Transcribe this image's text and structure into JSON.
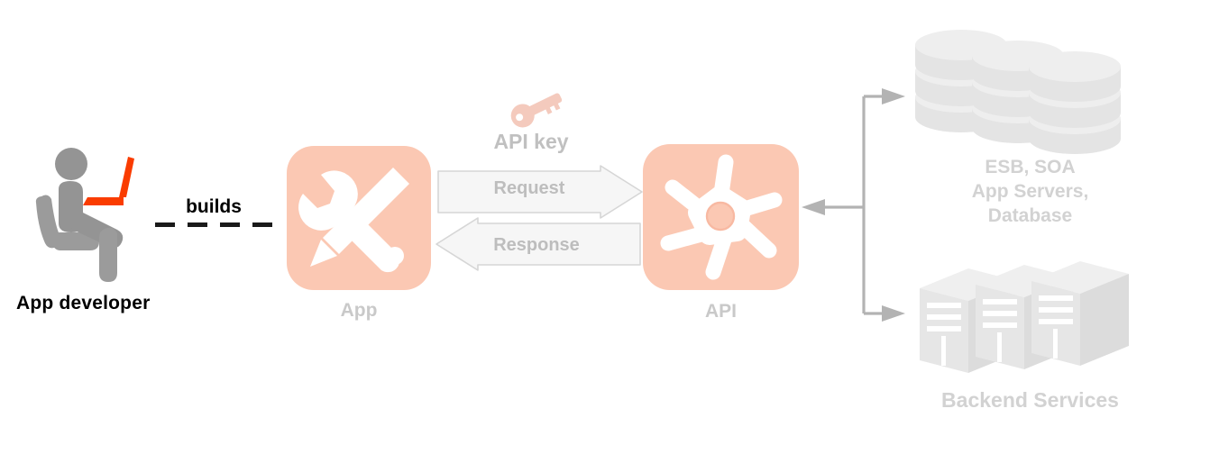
{
  "diagram": {
    "title": "API architecture flow",
    "background": "#ffffff",
    "colors": {
      "tile_fill": "#fbc8b3",
      "icon_white": "#ffffff",
      "laptop_accent": "#fa3c00",
      "person_gray": "#949494",
      "label_gray": "#c9c9c9",
      "arrow_fill": "#f6f6f6",
      "arrow_stroke": "#d6d6d6",
      "connector_gray": "#b3b3b3",
      "backend_gray": "#e4e4e4",
      "key_pink": "#f4cabd",
      "text_black": "#000000"
    }
  },
  "actor": {
    "label": "App developer",
    "icon": "seated-developer-icon",
    "laptop_icon": "laptop-icon"
  },
  "builds_link": {
    "label": "builds",
    "style": "dashed"
  },
  "nodes": {
    "app": {
      "label": "App",
      "icon": "wrench-pencil-icon"
    },
    "api": {
      "label": "API",
      "icon": "api-hub-starburst-icon"
    }
  },
  "api_key": {
    "label": "API key",
    "icon": "key-icon"
  },
  "messages": [
    {
      "label": "Request",
      "direction": "right",
      "name": "request-arrow"
    },
    {
      "label": "Response",
      "direction": "left",
      "name": "response-arrow"
    }
  ],
  "backend": {
    "group_label": "Backend Services",
    "top": {
      "label_line1": "ESB, SOA",
      "label_line2": "App Servers,",
      "label_line3": "Database",
      "icon": "database-stack-icon"
    },
    "bottom": {
      "icon": "server-rack-icon"
    },
    "connectors": {
      "to_datastore": "arrow-to-database",
      "to_servers": "arrow-to-servers",
      "to_api": "arrow-to-api"
    }
  }
}
